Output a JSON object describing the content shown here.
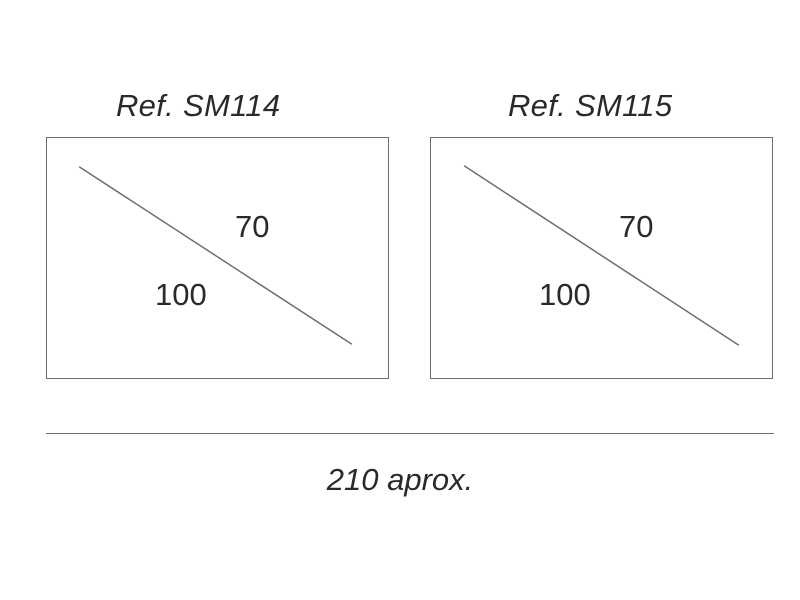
{
  "products": [
    {
      "ref_label": "Ref. SM114",
      "dim_diagonal_upper": "70",
      "dim_diagonal_lower": "100"
    },
    {
      "ref_label": "Ref. SM115",
      "dim_diagonal_upper": "70",
      "dim_diagonal_lower": "100"
    }
  ],
  "total_width_label": "210 aprox.",
  "colors": {
    "line": "#6e6e6e",
    "text": "#2a2a2a",
    "background": "#ffffff"
  }
}
